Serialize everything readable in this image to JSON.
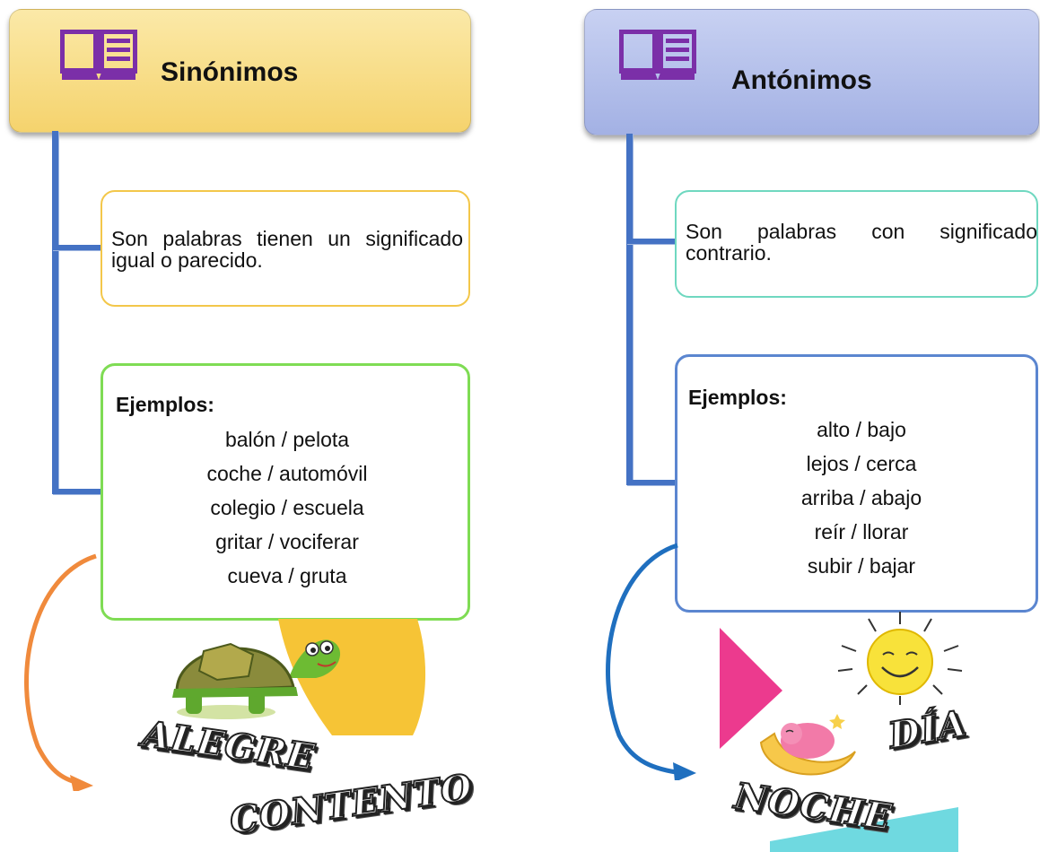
{
  "left": {
    "title": "Sinónimos",
    "definition": "Son palabras tienen un significado igual o parecido.",
    "examples_heading": "Ejemplos:",
    "pairs": [
      "balón / pelota",
      "coche / automóvil",
      "colegio / escuela",
      "gritar / vociferar",
      "cueva / gruta"
    ],
    "illustration_words": [
      "ALEGRE",
      "CONTENTO"
    ],
    "colors": {
      "header": "#f7dc86",
      "def_border": "#f3c74a",
      "examples_border": "#7fdc54",
      "arrow": "#f08a3c"
    }
  },
  "right": {
    "title": "Antónimos",
    "definition": "Son palabras con significado contrario.",
    "examples_heading": "Ejemplos:",
    "pairs": [
      "alto / bajo",
      "lejos / cerca",
      "arriba / abajo",
      "reír / llorar",
      "subir / bajar"
    ],
    "illustration_words": [
      "DÍA",
      "NOCHE"
    ],
    "colors": {
      "header": "#aebbe8",
      "def_border": "#6fd8c0",
      "examples_border": "#5b86d0",
      "arrow": "#1f6fbf"
    }
  },
  "icons": [
    "book-icon",
    "turtle-icon",
    "sun-icon",
    "moon-icon"
  ],
  "connector_color": "#4472c4"
}
